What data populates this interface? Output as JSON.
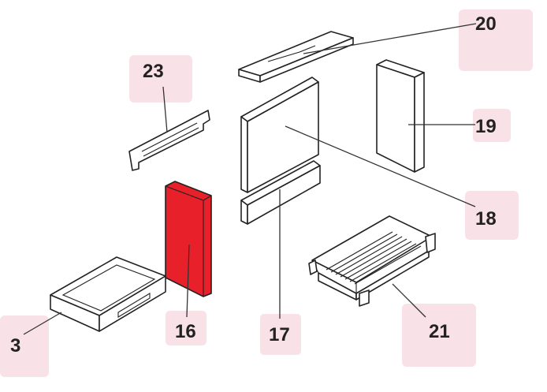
{
  "diagram": {
    "parts": [
      {
        "id": "20",
        "label": "20"
      },
      {
        "id": "23",
        "label": "23"
      },
      {
        "id": "19",
        "label": "19"
      },
      {
        "id": "18",
        "label": "18"
      },
      {
        "id": "16",
        "label": "16"
      },
      {
        "id": "17",
        "label": "17"
      },
      {
        "id": "21",
        "label": "21"
      },
      {
        "id": "3",
        "label": "3"
      }
    ],
    "highlight_color": "#e8202a",
    "label_bg_color": "#f9e1e8"
  }
}
